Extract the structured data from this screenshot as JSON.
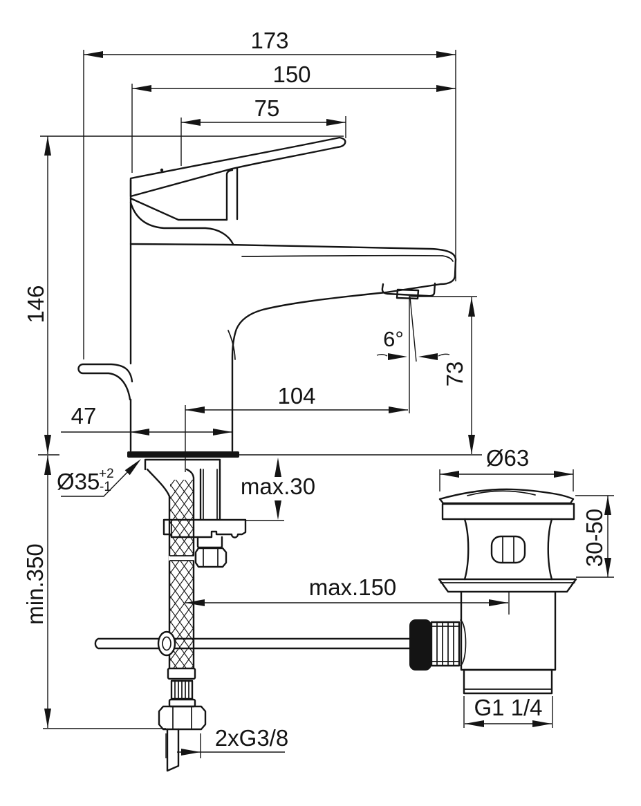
{
  "drawing": {
    "background": "#ffffff",
    "line_color": "#141414",
    "type": "faucet-installation-dimension-drawing",
    "dimensions": {
      "overall_depth": "173",
      "spout_to_back": "150",
      "handle_length": "75",
      "height_to_handle_top": "146",
      "spout_reach": "104",
      "spout_angle": "6°",
      "outlet_height": "73",
      "base_depth": "47",
      "mounting_hole_diameter": "Ø35",
      "mounting_hole_tolerance_plus": "+2",
      "mounting_hole_tolerance_minus": "-1",
      "max_deck_thickness": "max.30",
      "min_hose_length": "min.350",
      "max_rod_reach": "max.150",
      "waste_flange_diameter": "Ø63",
      "waste_deck_range": "30-50",
      "waste_outlet_thread": "G1 1/4",
      "supply_connections": "2xG3/8"
    }
  }
}
